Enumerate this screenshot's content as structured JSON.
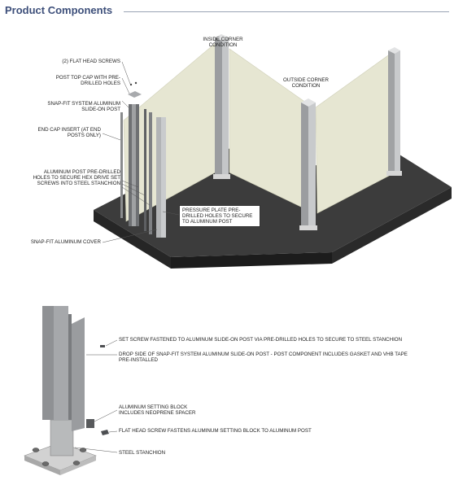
{
  "header": {
    "title": "Product Components"
  },
  "diagram1": {
    "labels": {
      "flat_head_screws": "(2) FLAT HEAD SCREWS",
      "post_top_cap": "POST TOP CAP WITH PRE-DRILLED HOLES",
      "snap_fit_post": "SNAP-FIT SYSTEM ALUMINUM SLIDE-ON POST",
      "end_cap_insert": "END CAP INSERT (AT END POSTS ONLY)",
      "aluminum_post": "ALUMINUM POST PRE-DRILLED HOLES TO SECURE HEX DRIVE SET SCREWS INTO STEEL STANCHION",
      "snap_fit_cover": "SNAP-FIT ALUMINUM COVER",
      "pressure_plate": "PRESSURE PLATE PRE-DRILLED HOLES TO SECURE TO ALUMINUM POST",
      "inside_corner": "INSIDE CORNER CONDITION",
      "outside_corner": "OUTSIDE CORNER CONDITION"
    }
  },
  "diagram2": {
    "labels": {
      "set_screw": "SET SCREW FASTENED TO ALUMINUM SLIDE-ON POST VIA PRE-DRILLED HOLES TO SECURE TO STEEL STANCHION",
      "drop_side": "DROP SIDE OF SNAP-FIT SYSTEM ALUMINUM SLIDE-ON POST - POST COMPONENT INCLUDES GASKET AND VHB TAPE PRE-INSTALLED",
      "setting_block": "ALUMINUM SETTING BLOCK INCLUDES NEOPRENE SPACER",
      "flat_head_screw": "FLAT HEAD SCREW FASTENS ALUMINUM SETTING BLOCK TO ALUMINUM POST",
      "steel_stanchion": "STEEL STANCHION"
    }
  },
  "colors": {
    "title": "#3d4f7a",
    "panel": "#e6e6d2",
    "floor": "#3a3a3a",
    "post": "#a9abad"
  }
}
